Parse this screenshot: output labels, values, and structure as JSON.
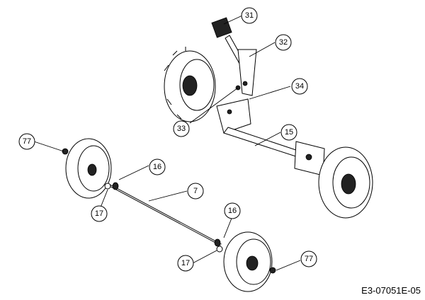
{
  "diagram": {
    "reference_code": "E3-07051E-05",
    "callouts": [
      {
        "id": "c31",
        "label": "31"
      },
      {
        "id": "c32",
        "label": "32"
      },
      {
        "id": "c34",
        "label": "34"
      },
      {
        "id": "c33",
        "label": "33"
      },
      {
        "id": "c15",
        "label": "15"
      },
      {
        "id": "c77a",
        "label": "77"
      },
      {
        "id": "c16a",
        "label": "16"
      },
      {
        "id": "c7",
        "label": "7"
      },
      {
        "id": "c17a",
        "label": "17"
      },
      {
        "id": "c16b",
        "label": "16"
      },
      {
        "id": "c17b",
        "label": "17"
      },
      {
        "id": "c77b",
        "label": "77"
      }
    ]
  }
}
